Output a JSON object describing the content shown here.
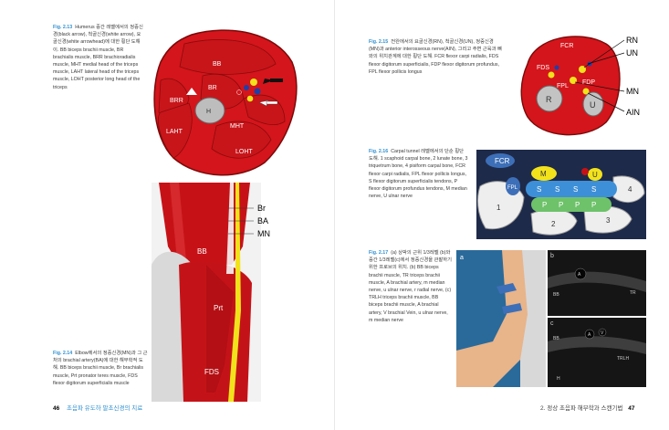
{
  "left": {
    "fig213": {
      "num": "Fig. 2.13",
      "text": "Humerus 중간 레벨에서의 정중신경(black arrow), 척골신경(white arrow), 요골신경(white arrowhead)에 대한 횡단 도해이. BB biceps brachii muscle, BR brachialis muscle, BRR brachioradialis muscle, MHT medial head of the triceps muscle, LAHT lateral head of the triceps muscle, LOHT posterior long head of the triceps",
      "labels": [
        "BB",
        "BR",
        "BRR",
        "H",
        "LAHT",
        "MHT",
        "LOHT"
      ]
    },
    "fig214": {
      "num": "Fig. 2.14",
      "text": "Elbow에서의 정중신경(MN)과 그 근처의 brachial artery(BA)에 대한 해부학적 도해. BB biceps brachii muscle, Br brachialis muscle, Prt pronator teres muscle, FDS flexor digitorum superficialis muscle",
      "labels": [
        "Br",
        "BA",
        "MN",
        "BB",
        "Prt",
        "FDS"
      ]
    },
    "footer": {
      "page": "46",
      "book": "초음파 유도하 말초신경의 치료"
    }
  },
  "right": {
    "fig215": {
      "num": "Fig. 2.15",
      "text": "전완에서의 요골신경(RN), 척골신경(UN), 정중신경(MN)과 anterior interosseous nerve(AIN), 그리고 주변 근육과 뼈와의 위치관계에 대한 횡단 도해. FCR flexor carpi radialis, FDS flexor digitorum superficialis, FDP flexor digitorum profundus, FPL flexor pollicis longus",
      "labels": [
        "FCR",
        "FDS",
        "FPL",
        "FDP",
        "R",
        "U",
        "RN",
        "UN",
        "MN",
        "AIN"
      ]
    },
    "fig216": {
      "num": "Fig. 2.16",
      "text": "Carpal tunnel 레벨에서의 단순 횡단 도해. 1 scaphoid carpal bone, 2 lunate bone, 3 triquetrum bone, 4 pisiform carpal bone, FCR flexor carpi radialis, FPL flexor pollicis longus, S flexor digitorum superficialis tendons, P flexor digitorum profundus tendons, M median nerve, U ulnar nerve",
      "labels": [
        "FCR",
        "FPL",
        "M",
        "U",
        "S",
        "P",
        "1",
        "2",
        "3",
        "4"
      ]
    },
    "fig217": {
      "num": "Fig. 2.17",
      "text": "(a) 상박의 근위 1/3레벨 (b)와 중간 1/3레벨(c)에서 정중신경을 관찰하기 위한 프로브의 위치. (b) BB biceps brachii muscle, TR triceps brachii muscle, A brachial artery, m median nerve, u ulnar nerve, r radial nerve, (c) TRLH triceps brachii muscle, BB biceps brachii muscle, A brachial artery, V brachial Vein, u ulnar nerve, m median nerve",
      "panels": [
        "a",
        "b",
        "c"
      ],
      "us_b": [
        "BB",
        "TR",
        "A"
      ],
      "us_c": [
        "BB",
        "TRLH",
        "A",
        "V",
        "H"
      ]
    },
    "footer": {
      "chapter": "2. 정상 초음파 해부학과 스캔기법",
      "page": "47"
    }
  },
  "colors": {
    "muscle": "#d4151b",
    "nerve": "#f2e21c",
    "blue": "#2f8fd0",
    "bone": "#c9c9c9"
  }
}
